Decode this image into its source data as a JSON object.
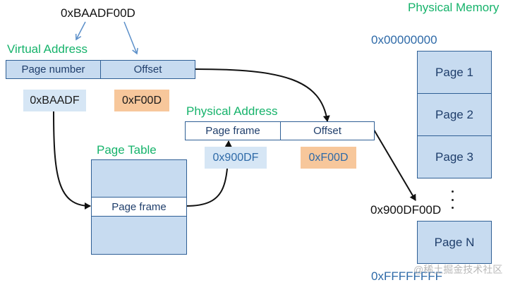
{
  "virtual_address_value": "0xBAADF00D",
  "virtual_address_label": "Virtual Address",
  "virtual_fields": {
    "page_number": "Page number",
    "offset": "Offset"
  },
  "virtual_parts": {
    "page_number_value": "0xBAADF",
    "offset_value": "0xF00D"
  },
  "page_table": {
    "title": "Page Table",
    "entry_label": "Page frame"
  },
  "physical_address_label": "Physical Address",
  "physical_fields": {
    "page_frame": "Page frame",
    "offset": "Offset"
  },
  "physical_parts": {
    "page_frame_value": "0x900DF",
    "offset_value": "0xF00D"
  },
  "memory": {
    "title": "Physical Memory",
    "start_address": "0x00000000",
    "pages": [
      "Page 1",
      "Page 2",
      "Page 3"
    ],
    "last_page": "Page N",
    "target_address": "0x900DF00D",
    "end_address": "0xFFFFFFFF"
  },
  "watermark": "@稀土掘金技术社区"
}
